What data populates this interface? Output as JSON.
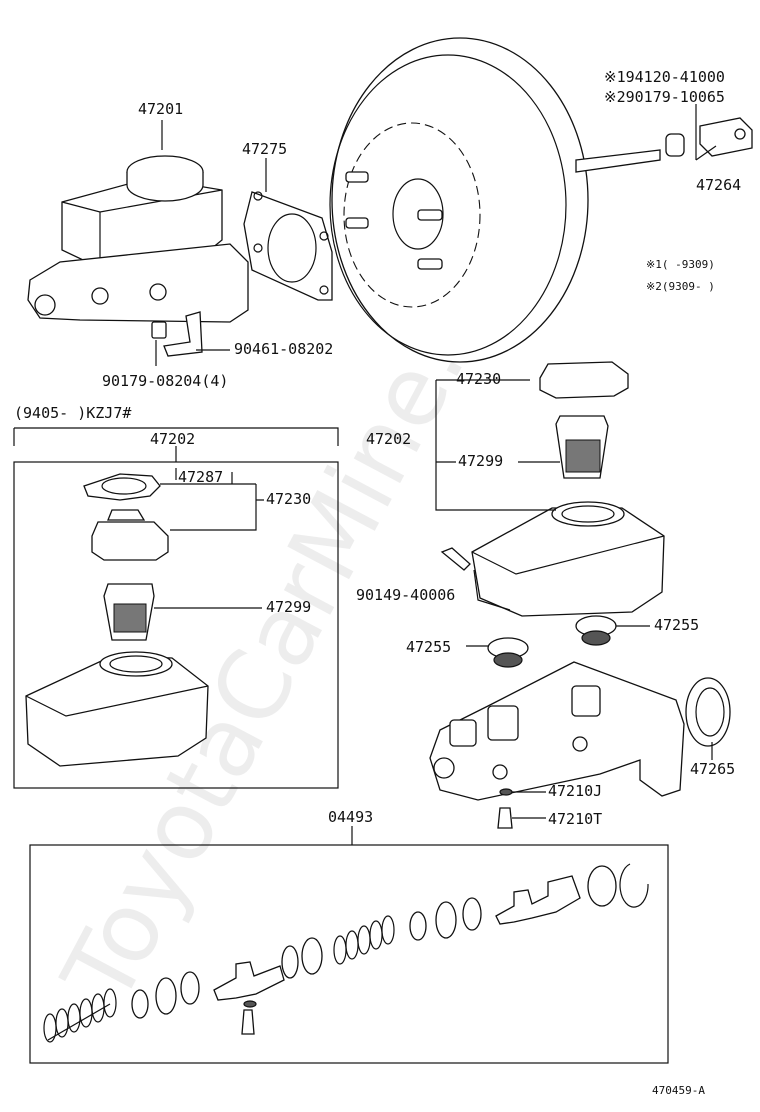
{
  "watermark": "ToyotaCarMine.ru",
  "labels": {
    "p47201": "47201",
    "p47275": "47275",
    "p194120": "※194120-41000",
    "p290179": "※290179-10065",
    "p47264": "47264",
    "note1": "※1(    -9309)",
    "note2": "※2(9309-    )",
    "p90461": "90461-08202",
    "p90179": "90179-08204(4)",
    "range": "(9405-      )KZJ7#",
    "box_title": "47202",
    "b47287": "47287",
    "b47230": "47230",
    "b47299": "47299",
    "r47230": "47230",
    "r47202": "47202",
    "r47299": "47299",
    "p90149": "90149-40006",
    "p47255a": "47255",
    "p47255b": "47255",
    "p47265": "47265",
    "p47210J": "47210J",
    "p47210T": "47210T",
    "p04493": "04493",
    "footer": "470459-A"
  }
}
